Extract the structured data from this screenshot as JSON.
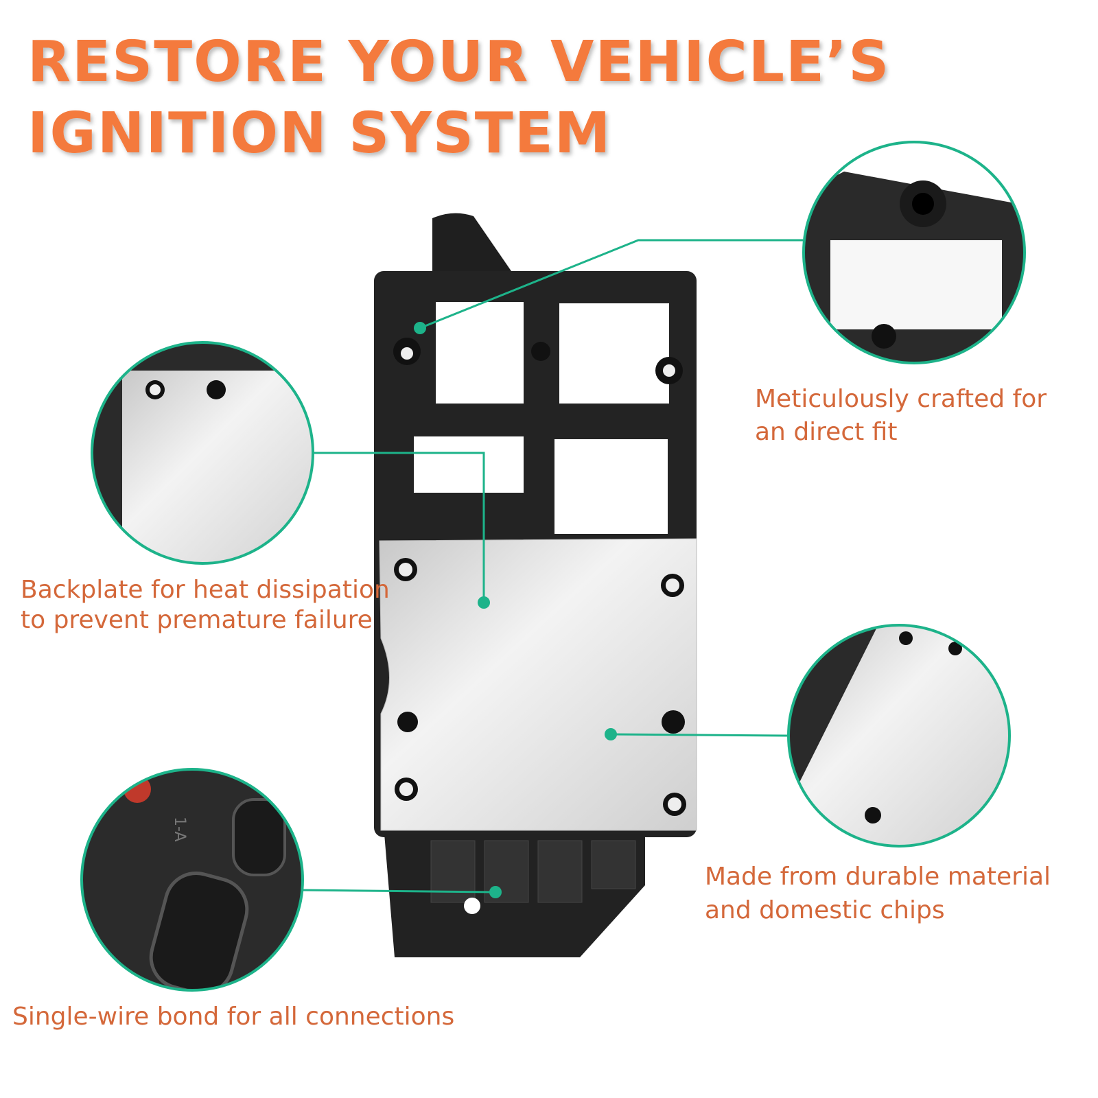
{
  "headline": {
    "line1": "RESTORE YOUR VEHICLE’S",
    "line2": "IGNITION SYSTEM"
  },
  "callouts": [
    {
      "lines": [
        "Meticulously crafted for",
        "an direct fit"
      ]
    },
    {
      "lines": [
        "Backplate for heat dissipation",
        "to prevent premature failure"
      ]
    },
    {
      "lines": [
        "Made from durable material",
        "and domestic chips"
      ]
    },
    {
      "lines": [
        "Single-wire bond for all connections"
      ]
    }
  ],
  "connector_label": "1-A",
  "colors": {
    "title": "#f47a3e",
    "caption": "#d4683a",
    "accent": "#1db38a",
    "body": "#222222",
    "plate": "#d9d9d9"
  }
}
